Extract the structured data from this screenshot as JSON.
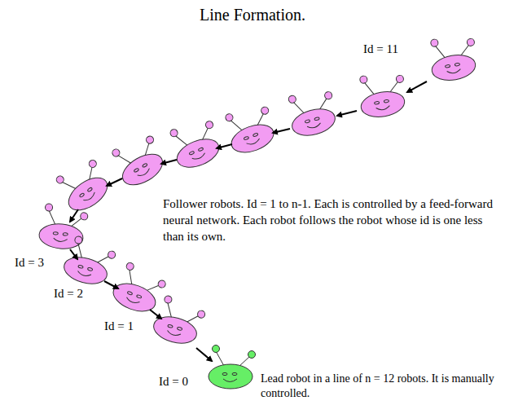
{
  "diagram": {
    "title": "Line Formation.",
    "labels": [
      "Id = 11",
      "Follower robots. Id = 1 to n-1. Each is controlled by a feed-forward neural network. Each robot follows the robot whose id is one less than its own.",
      "Id = 3",
      "Id = 2",
      "Id = 1",
      "Id = 0",
      "Lead robot in a line of n = 12 robots. It is manually controlled."
    ]
  }
}
